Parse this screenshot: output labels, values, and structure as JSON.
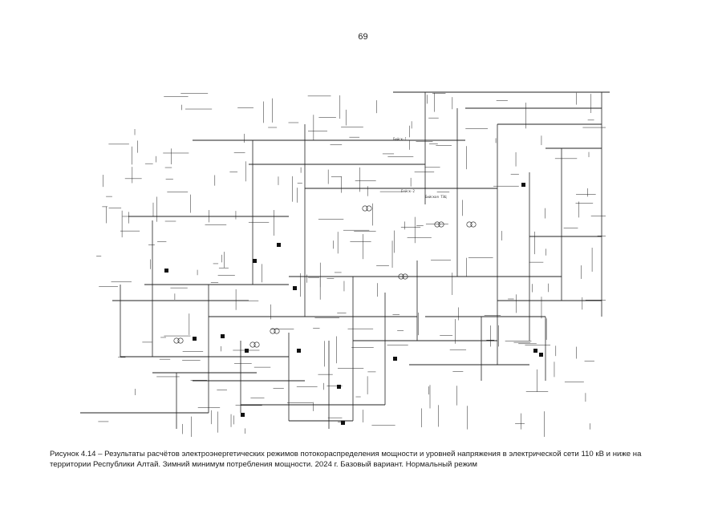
{
  "page": {
    "number": "69"
  },
  "figure": {
    "caption": "Рисунок 4.14 – Результаты расчётов электроэнергетических режимов потокораспределения мощности и уровней напряжения в электрической сети 110 кВ и ниже на территории Республики Алтай. Зимний минимум потребления мощности. 2024 г. Базовый вариант. Нормальный режим",
    "diagram_name": "schematic-power-network-diagram",
    "diagram_labels": [
      "Бийск-1",
      "Бийск-2",
      "Бийская ТЭЦ"
    ]
  }
}
